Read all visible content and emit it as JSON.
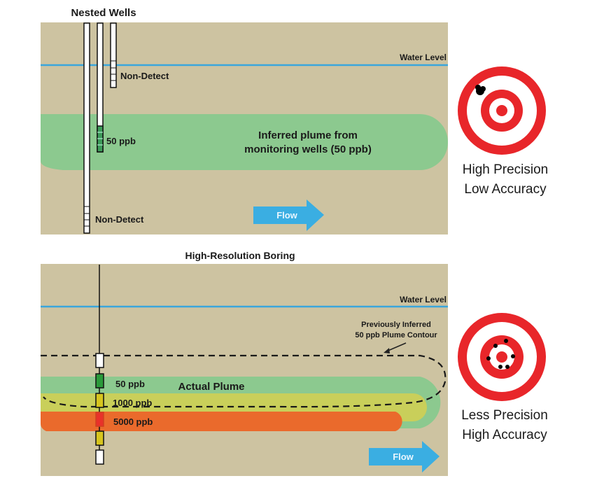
{
  "top_panel": {
    "title": "Nested Wells",
    "water_level": "Water Level",
    "shallow_well_label": "Non-Detect",
    "middle_well_label": "50 ppb",
    "deep_well_label": "Non-Detect",
    "plume_label_line1": "Inferred plume from",
    "plume_label_line2": "monitoring wells (50 ppb)",
    "flow": "Flow"
  },
  "bottom_panel": {
    "title": "High-Resolution Boring",
    "water_level": "Water Level",
    "contour_label_line1": "Previously  Inferred",
    "contour_label_line2": "50 ppb  Plume Contour",
    "plume_label": "Actual Plume",
    "conc_labels": [
      "50 ppb",
      "1000 ppb",
      "5000 ppb"
    ],
    "flow": "Flow"
  },
  "targets": [
    {
      "line1": "High Precision",
      "line2": "Low Accuracy"
    },
    {
      "line1": "Less Precision",
      "line2": "High Accuracy"
    }
  ],
  "colors": {
    "soil": "#cdc3a1",
    "water": "#3aa6dc",
    "green": "#8cc98f",
    "yellow": "#c9cf5a",
    "orange": "#ea6a2c",
    "red": "#e8262a",
    "flow": "#3aaee2"
  }
}
